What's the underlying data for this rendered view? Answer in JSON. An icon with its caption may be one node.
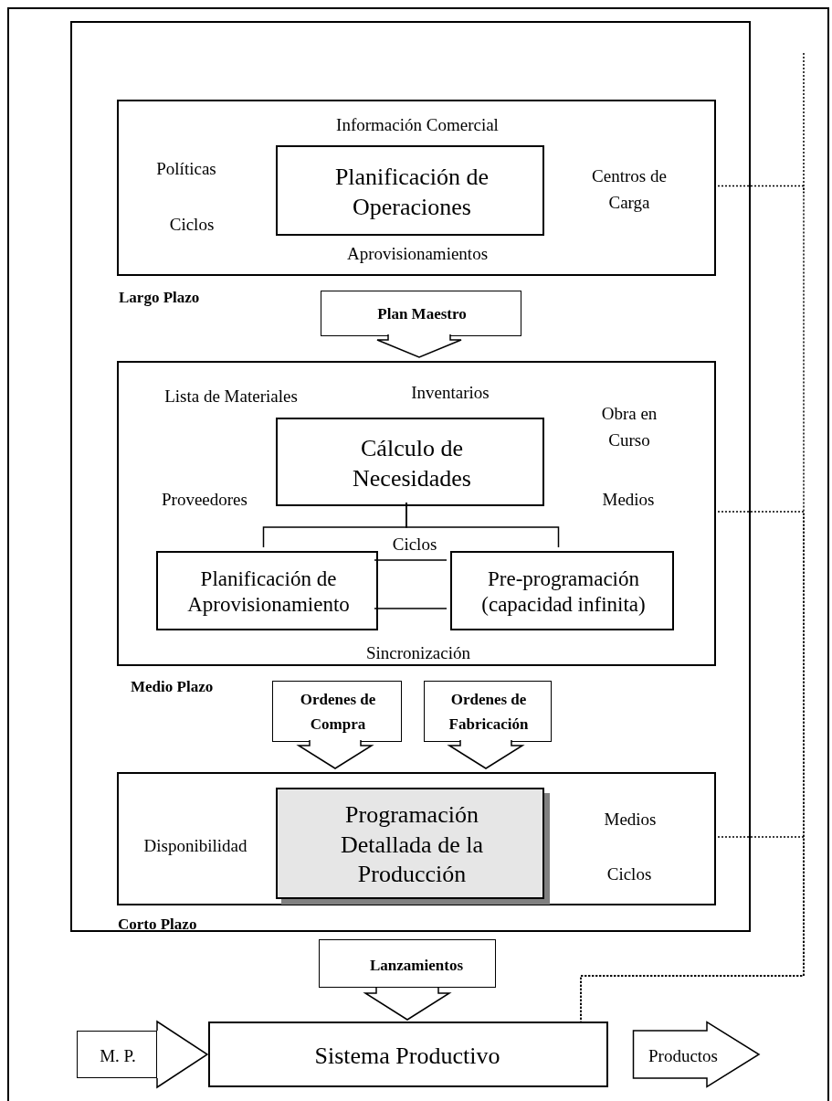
{
  "diagram": {
    "nodes": [
      {
        "text": [],
        "shape": "box"
      },
      {
        "text": [
          "Información Comercial",
          "Políticas",
          "Ciclos",
          "Centros de Carga",
          "Aprovisionamientos",
          "Largo Plazo"
        ],
        "in": 0
      },
      {
        "text": [
          "Planificación de Operaciones"
        ],
        "in": 1
      },
      {
        "text": [
          "Plan Maestro"
        ],
        "in": 0
      },
      {
        "text": [
          "Lista de Materiales",
          "Inventarios",
          "Obra en Curso",
          "Proveedores",
          "Medios",
          "Sincronización",
          "Medio Plazo"
        ],
        "in": 0
      },
      {
        "text": [
          "Cálculo de Necesidades"
        ],
        "in": 4
      },
      {
        "text": [
          "Planificación de Aprovisionamiento"
        ],
        "in": 4
      },
      {
        "text": [
          "Pre-programación (capacidad infinita)"
        ],
        "in": 4
      },
      {
        "text": [
          "Ordenes de Compra"
        ],
        "in": 0
      },
      {
        "text": [
          "Ordenes de Fabricación"
        ],
        "in": 0
      },
      {
        "text": [
          "Disponibilidad",
          "Medios",
          "Ciclos",
          "Corto Plazo"
        ],
        "in": 0
      },
      {
        "text": [
          "Programación Detallada de la Producción"
        ],
        "in": 10
      },
      {
        "text": [
          "Lanzamientos"
        ]
      },
      {
        "text": [
          "M. P."
        ]
      },
      {
        "text": [
          "Sistema Productivo"
        ]
      },
      {
        "text": [
          "Productos"
        ]
      }
    ],
    "edges": [
      {
        "from": 5,
        "to": 6,
        "arrow": "none"
      },
      {
        "from": 5,
        "to": 7,
        "arrow": "none"
      },
      {
        "from": 6,
        "to": 7,
        "arrow": "none",
        "label": "Ciclos"
      },
      {
        "from": 6,
        "to": 7,
        "arrow": "none"
      },
      {
        "from": 1,
        "to": 14,
        "arrow": "none",
        "style": "dashed"
      },
      {
        "from": 4,
        "to": 14,
        "arrow": "none",
        "style": "dashed"
      },
      {
        "from": 10,
        "to": 14,
        "arrow": "none",
        "style": "dashed"
      },
      {
        "from": 3,
        "to": 4,
        "arrow": "to"
      },
      {
        "from": 8,
        "to": 10,
        "arrow": "to"
      },
      {
        "from": 9,
        "to": 10,
        "arrow": "to"
      },
      {
        "from": 12,
        "to": 14,
        "arrow": "to"
      },
      {
        "from": 13,
        "to": 14,
        "arrow": "to"
      }
    ]
  }
}
